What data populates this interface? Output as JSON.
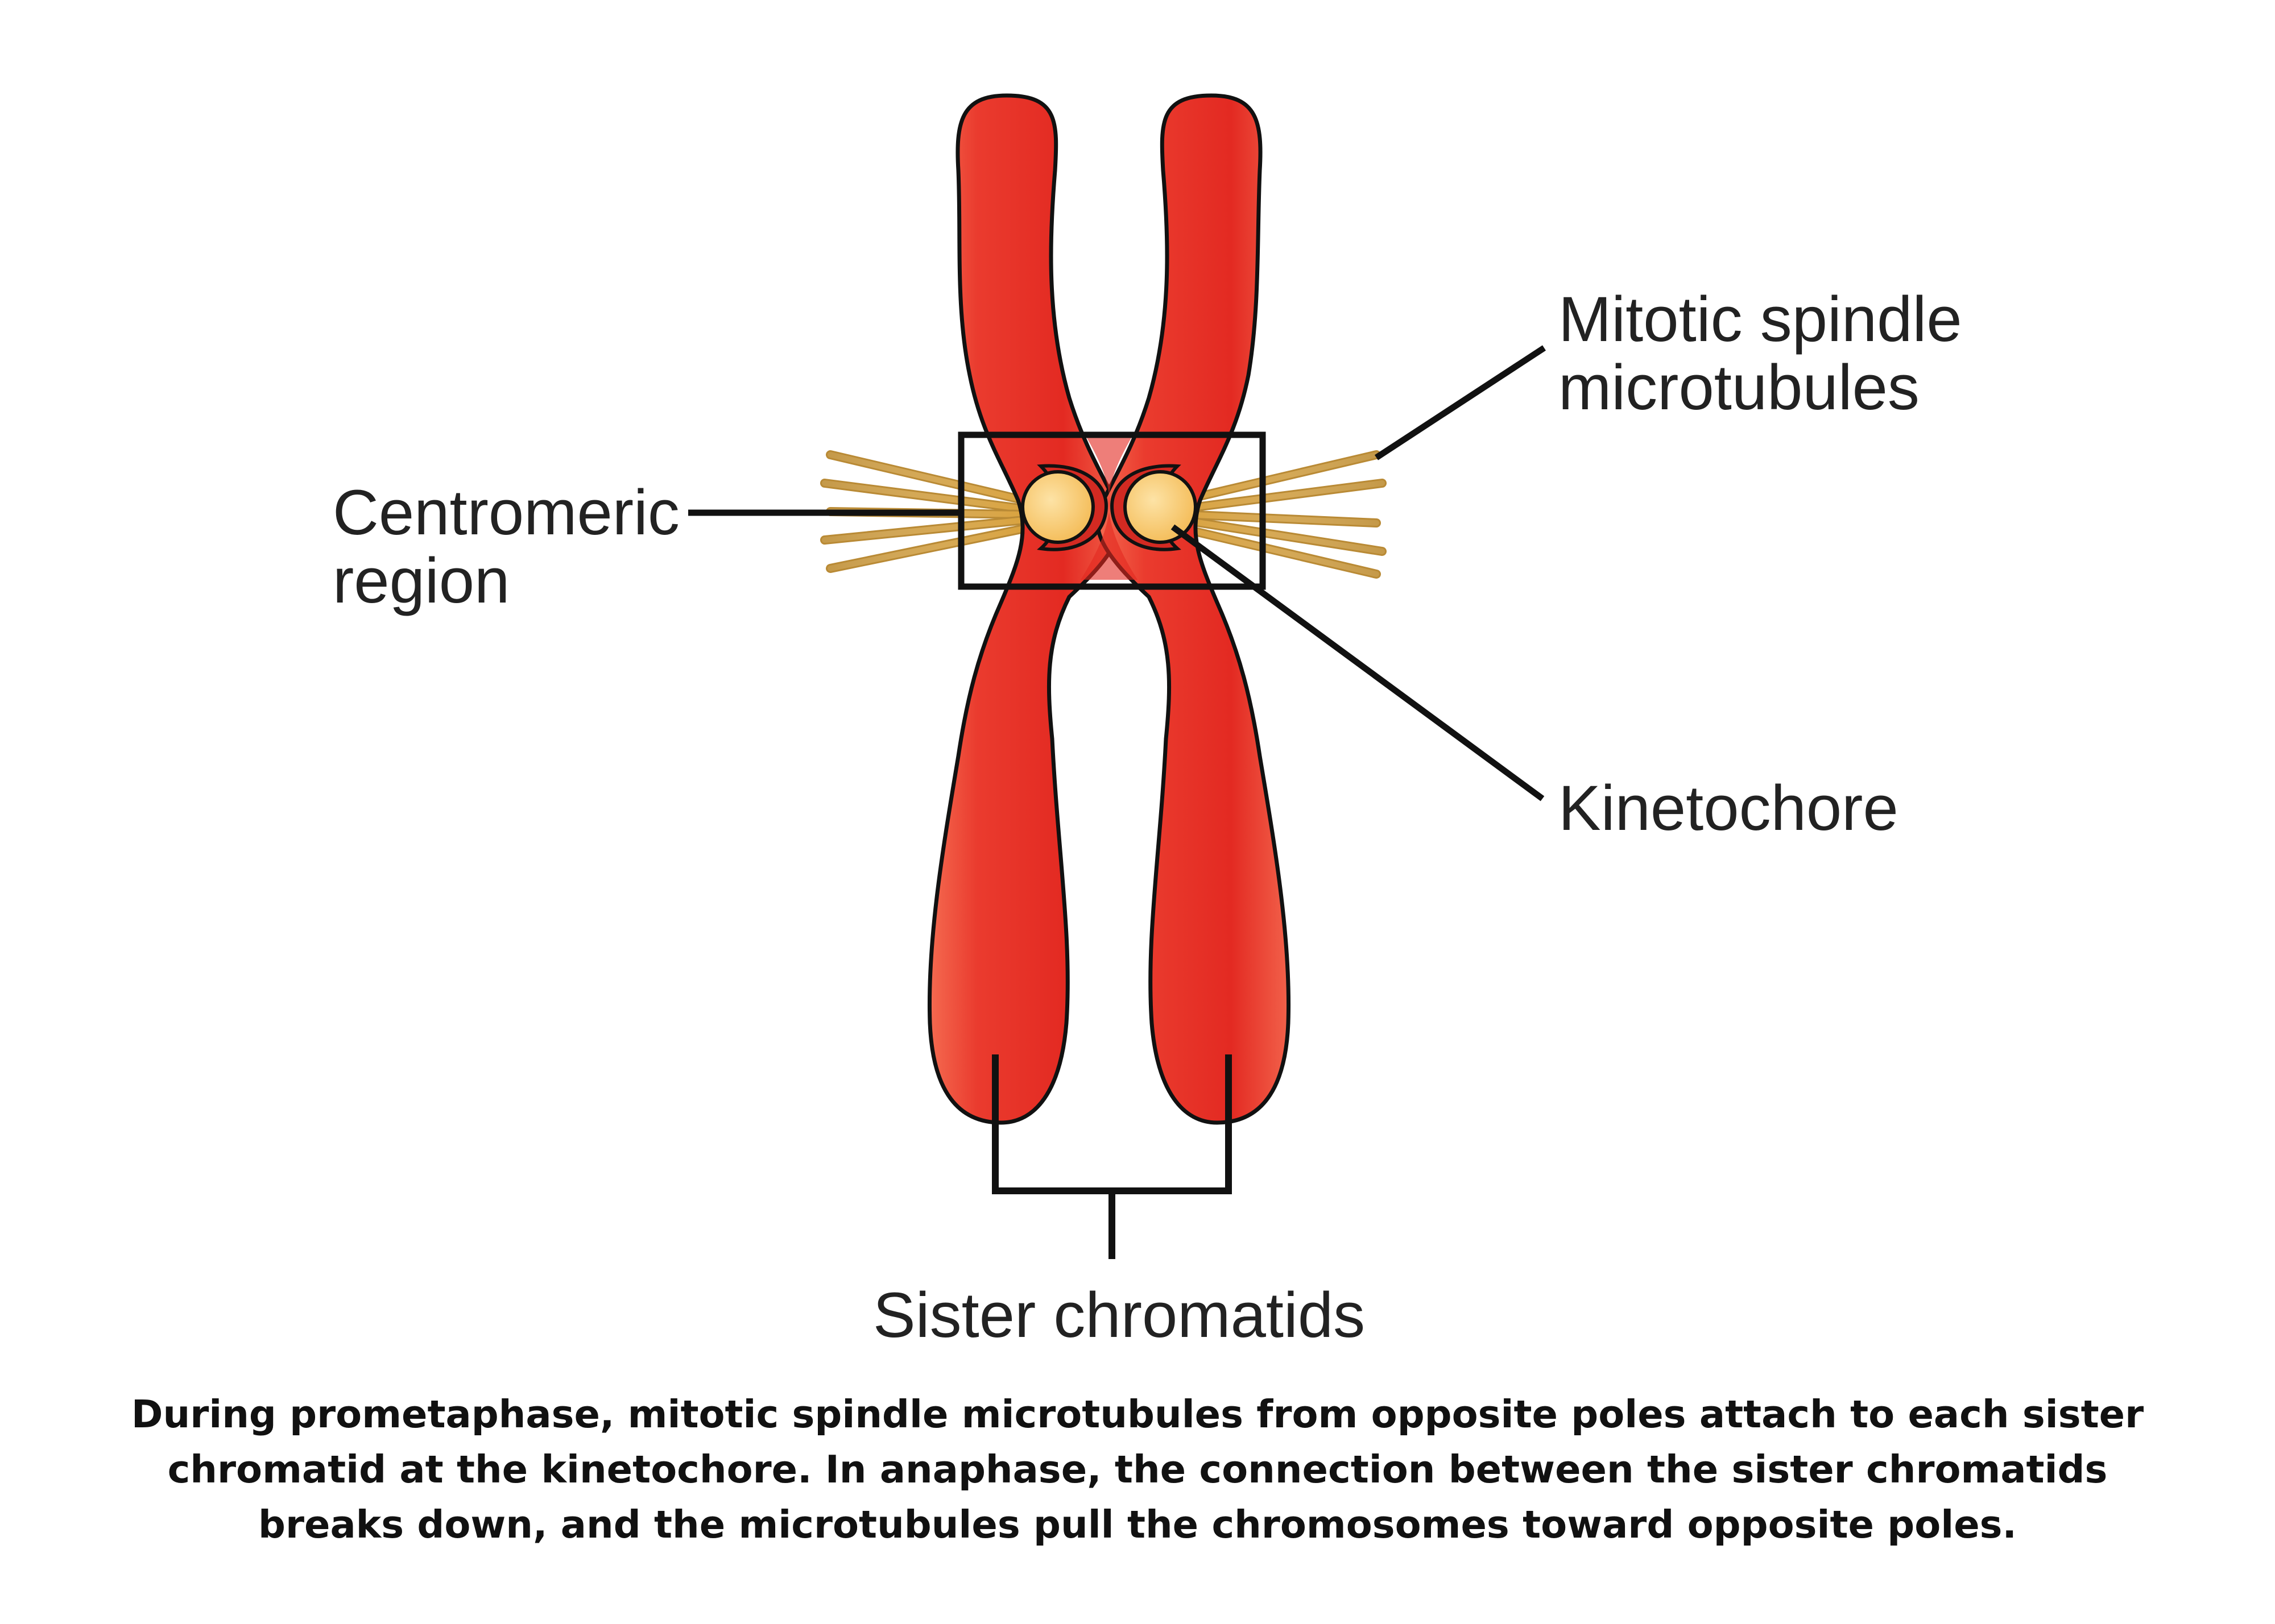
{
  "labels": {
    "mitotic_spindle_line1": "Mitotic spindle",
    "mitotic_spindle_line2": "microtubules",
    "centromeric_line1": "Centromeric",
    "centromeric_line2": "region",
    "kinetochore": "Kinetochore",
    "sister_chromatids": "Sister chromatids"
  },
  "caption": "During prometaphase, mitotic spindle microtubules from opposite poles attach to each sister chromatid at the kinetochore. In anaphase, the connection between the sister chromatids breaks down, and the microtubules pull the chromosomes toward opposite poles.",
  "colors": {
    "chromatid": "#e8302a",
    "kinetochore": "#f7c565",
    "microtubule": "#e8b95a",
    "outline": "#111111"
  }
}
